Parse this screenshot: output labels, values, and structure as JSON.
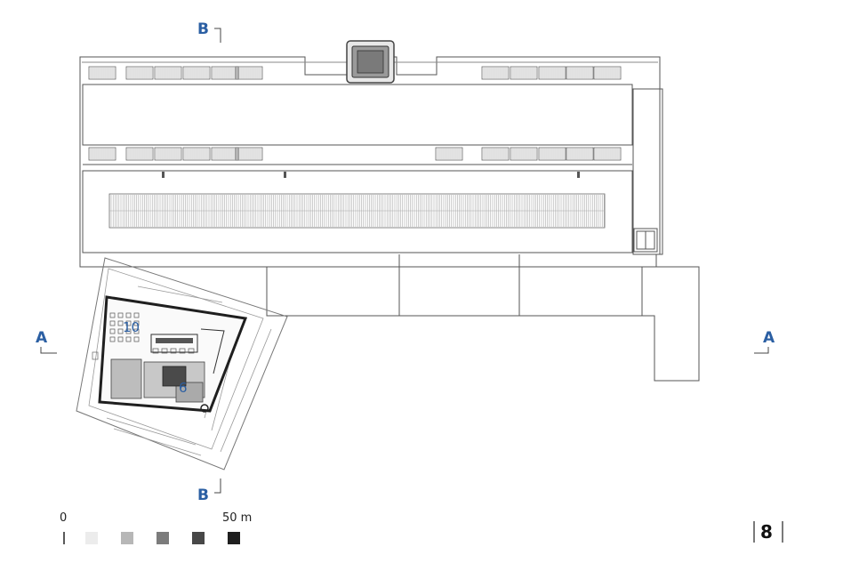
{
  "labels": {
    "section_b": "B",
    "section_a": "A",
    "room_10": "10",
    "room_6": "6"
  },
  "scale": {
    "start": "0",
    "end": "50 m",
    "swatches": [
      "#ececec",
      "#b7b7b7",
      "#7c7c7c",
      "#484848",
      "#1f1f1f"
    ]
  },
  "page": {
    "number": "8"
  },
  "colors": {
    "accent": "#2b5fa3",
    "line": "#555555",
    "line_light": "#8a8a8a",
    "fill_grey": "#bdbdbd",
    "fill_dark": "#4a4a4a"
  }
}
